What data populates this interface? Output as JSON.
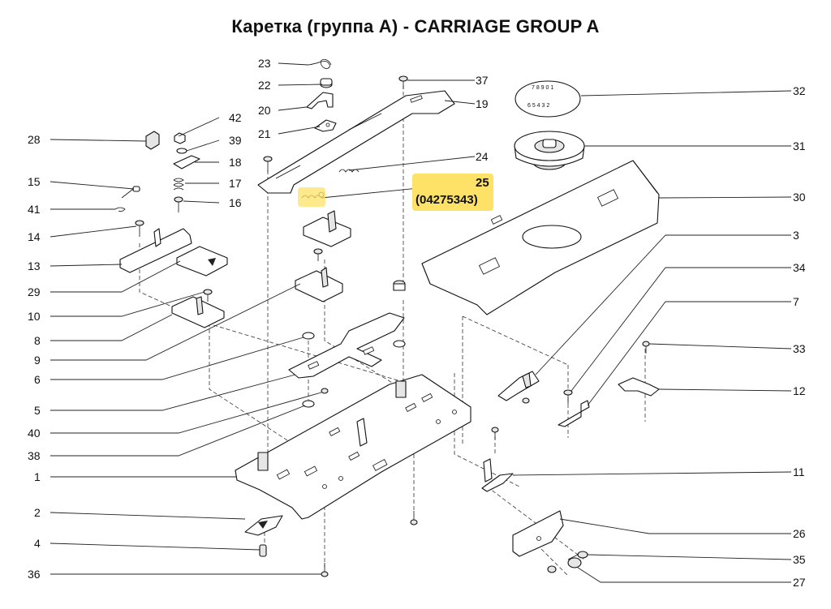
{
  "title": "Каретка (группа A) - CARRIAGE GROUP A",
  "highlight": {
    "part": "25",
    "code": "(04275343)",
    "color": "#fde267"
  },
  "callouts": [
    {
      "label": "23"
    },
    {
      "label": "22"
    },
    {
      "label": "20"
    },
    {
      "label": "21"
    },
    {
      "label": "37"
    },
    {
      "label": "19"
    },
    {
      "label": "24"
    },
    {
      "label": "25"
    },
    {
      "label": "32"
    },
    {
      "label": "31"
    },
    {
      "label": "30"
    },
    {
      "label": "3"
    },
    {
      "label": "34"
    },
    {
      "label": "7"
    },
    {
      "label": "33"
    },
    {
      "label": "12"
    },
    {
      "label": "11"
    },
    {
      "label": "26"
    },
    {
      "label": "35"
    },
    {
      "label": "27"
    },
    {
      "label": "42"
    },
    {
      "label": "39"
    },
    {
      "label": "18"
    },
    {
      "label": "17"
    },
    {
      "label": "16"
    },
    {
      "label": "28"
    },
    {
      "label": "15"
    },
    {
      "label": "41"
    },
    {
      "label": "14"
    },
    {
      "label": "13"
    },
    {
      "label": "29"
    },
    {
      "label": "10"
    },
    {
      "label": "8"
    },
    {
      "label": "9"
    },
    {
      "label": "6"
    },
    {
      "label": "5"
    },
    {
      "label": "40"
    },
    {
      "label": "38"
    },
    {
      "label": "1"
    },
    {
      "label": "2"
    },
    {
      "label": "4"
    },
    {
      "label": "36"
    }
  ]
}
